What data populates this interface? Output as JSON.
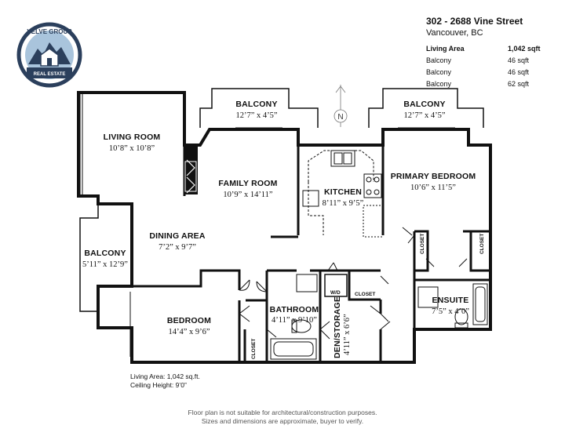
{
  "listing": {
    "address": "302 - 2688 Vine Street",
    "city": "Vancouver, BC",
    "areas": [
      {
        "label": "Living Area",
        "value": "1,042 sqft"
      },
      {
        "label": "Balcony",
        "value": "46 sqft"
      },
      {
        "label": "Balcony",
        "value": "46 sqft"
      },
      {
        "label": "Balcony",
        "value": "62 sqft"
      }
    ]
  },
  "logo": {
    "name": "VELVE GROUP",
    "tagline": "REAL ESTATE",
    "colors": {
      "ring": "#2b3f5c",
      "sky": "#a9c4dc",
      "mountain": "#2b3f5c"
    }
  },
  "compass": {
    "label": "N"
  },
  "rooms": {
    "living_room": {
      "name": "LIVING ROOM",
      "dim": "10’8” x 10’8”"
    },
    "family_room": {
      "name": "FAMILY ROOM",
      "dim": "10’9” x 14’11”"
    },
    "kitchen": {
      "name": "KITCHEN",
      "dim": "8’11” x 9’5”"
    },
    "primary_bedroom": {
      "name": "PRIMARY BEDROOM",
      "dim": "10’6” x 11’5”"
    },
    "balcony_top_left": {
      "name": "BALCONY",
      "dim": "12’7” x 4’5”"
    },
    "balcony_top_right": {
      "name": "BALCONY",
      "dim": "12’7” x 4’5”"
    },
    "balcony_left": {
      "name": "BALCONY",
      "dim": "5’11” x 12’9”"
    },
    "dining_area": {
      "name": "DINING AREA",
      "dim": "7’2” x 9’7”"
    },
    "bedroom": {
      "name": "BEDROOM",
      "dim": "14’4” x 9’6”"
    },
    "bathroom": {
      "name": "BATHROOM",
      "dim": "4’11” x 9’10”"
    },
    "den_storage": {
      "name": "DEN/STORAGE",
      "dim": "4’11” x 6’6”"
    },
    "ensuite": {
      "name": "ENSUITE",
      "dim": "7’5” x 4’0”"
    },
    "closet_label": "CLOSET",
    "washer_dryer": "W/D"
  },
  "footer": {
    "living_area": "Living Area: 1,042 sq.ft.",
    "ceiling_height": "Ceiling Height: 9’0”",
    "disclaimer_1": "Floor plan is not suitable for architectural/construction purposes.",
    "disclaimer_2": "Sizes and dimensions are approximate, buyer to verify."
  }
}
